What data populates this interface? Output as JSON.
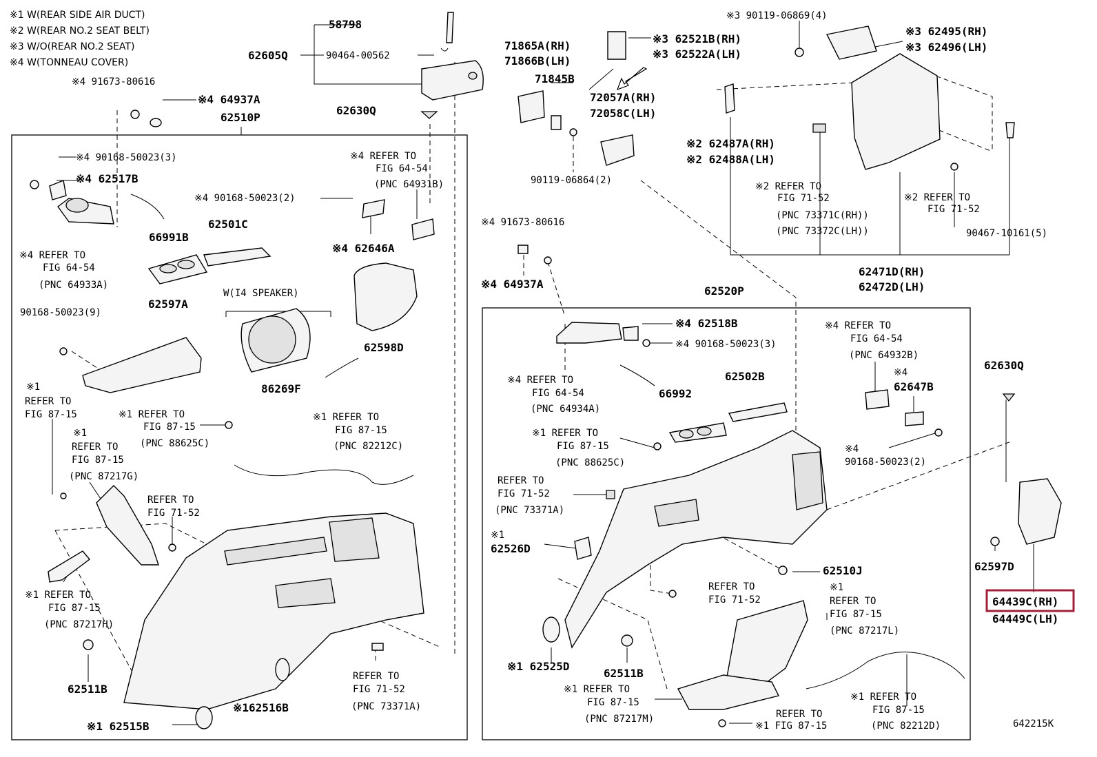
{
  "notes": [
    "※1 W(REAR SIDE AIR DUCT)",
    "※2 W(REAR NO.2 SEAT BELT)",
    "※3 W/O(REAR NO.2 SEAT)",
    "※4 W(TONNEAU COVER)"
  ],
  "left": {
    "l58798": "58798",
    "l62605Q": "62605Q",
    "l90464": "90464-00562",
    "l91673a": "※4 91673-80616",
    "l64937a": "※4 64937A",
    "l62510P": "62510P",
    "l62630Q": "62630Q",
    "l90168a": "※4 90168-50023(3)",
    "l62517B": "※4 62517B",
    "ref1a": "※4 REFER TO",
    "ref1b": "FIG 64-54",
    "ref1c": "(PNC 64931B)",
    "l90168b": "※4 90168-50023(2)",
    "l62501C": "62501C",
    "l66991B": "66991B",
    "l62646A": "※4 62646A",
    "ref2a": "※4 REFER TO",
    "ref2b": "FIG 64-54",
    "ref2c": "(PNC 64933A)",
    "speaker": "W(I4 SPEAKER)",
    "l90168c": "90168-50023(9)",
    "l62597A": "62597A",
    "l62598D": "62598D",
    "l86269F": "86269F",
    "ref3a": "※1",
    "ref3b": "REFER TO",
    "ref3c": "FIG 87-15",
    "ref4a": "※1 REFER TO",
    "ref4b": "FIG 87-15",
    "ref4c": "(PNC 88625C)",
    "ref5a": "※1 REFER TO",
    "ref5b": "FIG 87-15",
    "ref5c": "(PNC 82212C)",
    "ref6a": "※1",
    "ref6b": "REFER TO",
    "ref6c": "FIG 87-15",
    "ref6d": "(PNC 87217G)",
    "ref7a": "REFER TO",
    "ref7b": "FIG 71-52",
    "ref8a": "※1 REFER TO",
    "ref8b": "FIG 87-15",
    "ref8c": "(PNC 87217H)",
    "l62511B": "62511B",
    "ref9a": "REFER TO",
    "ref9b": "FIG 71-52",
    "ref9c": "(PNC 73371A)",
    "l62516B": "※162516B",
    "l62515B": "※1 62515B"
  },
  "right": {
    "l71865A": "71865A(RH)",
    "l71866B": "71866B(LH)",
    "l71845B": "71845B",
    "l62521B": "※3 62521B(RH)",
    "l62522A": "※3 62522A(LH)",
    "l72057A": "72057A(RH)",
    "l72058C": "72058C(LH)",
    "l90119b": "90119-06864(2)",
    "l90119a": "※3 90119-06869(4)",
    "l62495": "※3 62495(RH)",
    "l62496": "※3 62496(LH)",
    "l62487A": "※2 62487A(RH)",
    "l62488A": "※2 62488A(LH)",
    "refA1": "※2 REFER TO",
    "refA2": "FIG 71-52",
    "refA3": "(PNC 73371C(RH))",
    "refA4": "(PNC 73372C(LH))",
    "refB1": "※2 REFER TO",
    "refB2": "FIG 71-52",
    "l90467": "90467-10161(5)",
    "l62471D": "62471D(RH)",
    "l62472D": "62472D(LH)",
    "l91673b": "※4 91673-80616",
    "l64937b": "※4 64937A",
    "l62520P": "62520P",
    "l62518B": "※4 62518B",
    "l90168d": "※4 90168-50023(3)",
    "refC1": "※4 REFER TO",
    "refC2": "FIG 64-54",
    "refC3": "(PNC 64932B)",
    "l62647B_a": "※4",
    "l62647B": "62647B",
    "l62630Q": "62630Q",
    "refD1": "※4 REFER TO",
    "refD2": "FIG 64-54",
    "refD3": "(PNC 64934A)",
    "l66992": "66992",
    "l62502B": "62502B",
    "refE1": "※1 REFER TO",
    "refE2": "FIG 87-15",
    "refE3": "(PNC 88625C)",
    "l90168e_a": "※4",
    "l90168e": "90168-50023(2)",
    "refF1": "REFER TO",
    "refF2": "FIG 71-52",
    "refF3": "(PNC 73371A)",
    "l62526D_a": "※1",
    "l62526D": "62526D",
    "l62510J": "62510J",
    "l62597D": "62597D",
    "l64439C": "64439C(RH)",
    "l64449C": "64449C(LH)",
    "refG1": "REFER TO",
    "refG2": "FIG 71-52",
    "refH1": "※1",
    "refH2": "REFER TO",
    "refH3": "FIG 87-15",
    "refH4": "(PNC 87217L)",
    "l62525D": "※1 62525D",
    "l62511B": "62511B",
    "refI1": "※1 REFER TO",
    "refI2": "FIG 87-15",
    "refI3": "(PNC 87217M)",
    "refJ1": "REFER TO",
    "refJ2": "※1 FIG 87-15",
    "refK1": "※1 REFER TO",
    "refK2": "FIG 87-15",
    "refK3": "(PNC 82212D)",
    "figno": "642215K"
  },
  "highlight_color": "#a0203a"
}
